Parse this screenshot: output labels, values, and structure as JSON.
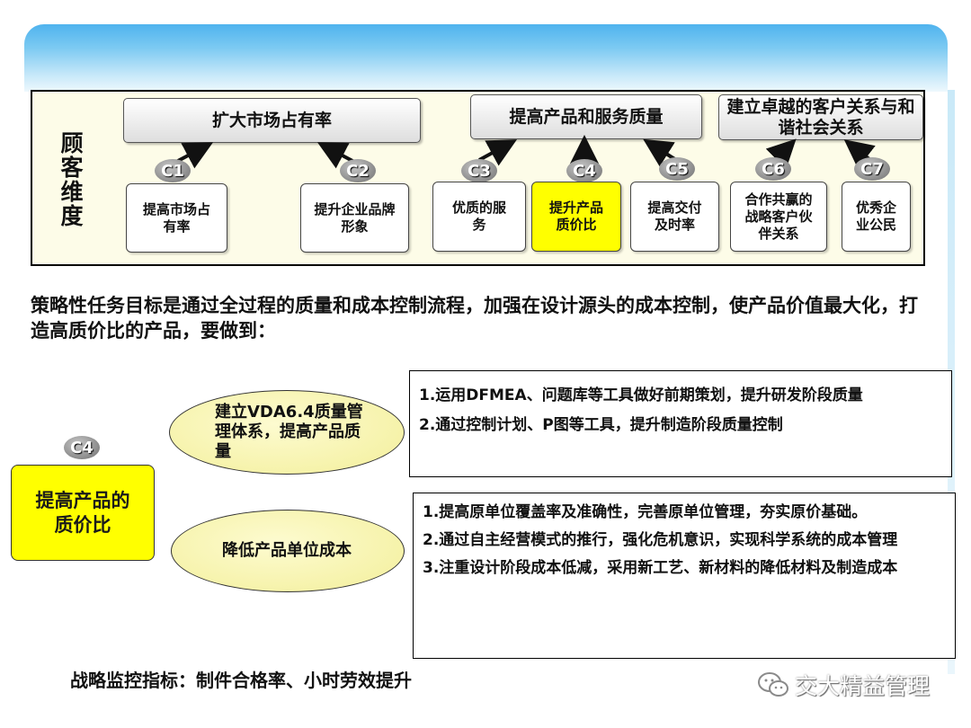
{
  "dimension_title": "顾客维度",
  "goals": [
    {
      "id": "g1",
      "label": "扩大市场占有率"
    },
    {
      "id": "g2",
      "label": "提高产品和服务质量"
    },
    {
      "id": "g3",
      "label": "建立卓越的客户关系与和谐社会关系"
    }
  ],
  "tasks": [
    {
      "badge": "C1",
      "label": "提高市场占有率"
    },
    {
      "badge": "C2",
      "label": "提升企业品牌形象"
    },
    {
      "badge": "C3",
      "label": "优质的服务"
    },
    {
      "badge": "C4",
      "label": "提升产品质价比"
    },
    {
      "badge": "C5",
      "label": "提高交付及时率"
    },
    {
      "badge": "C6",
      "label": "合作共赢的战略客户伙伴关系"
    },
    {
      "badge": "C7",
      "label": "优秀企业公民"
    }
  ],
  "statement": "策略性任务目标是通过全过程的质量和成本控制流程，加强在设计源头的成本控制，使产品价值最大化，打造高质价比的产品，要做到：",
  "objective": {
    "badge": "C4",
    "label": "提高产品的质价比"
  },
  "approaches": [
    {
      "label": "建立VDA6.4质量管理体系，提高产品质量",
      "details": [
        "1.运用DFMEA、问题库等工具做好前期策划，提升研发阶段质量",
        "2.通过控制计划、P图等工具，提升制造阶段质量控制"
      ]
    },
    {
      "label": "降低产品单位成本",
      "details": [
        "1.提高原单位覆盖率及准确性，完善原单位管理，夯实原价基础。",
        "2.通过自主经营模式的推行，强化危机意识，实现科学系统的成本管理",
        "3.注重设计阶段成本低减，采用新工艺、新材料的降低材料及制造成本"
      ]
    }
  ],
  "kpi": "战略监控指标：制件合格率、小时劳效提升",
  "watermark": "交大精益管理",
  "colors": {
    "highlight": "#ffff00",
    "panel_bg": "#fdfce8",
    "ellipse": "#f7f3a8",
    "header": "#4fb3ee"
  }
}
